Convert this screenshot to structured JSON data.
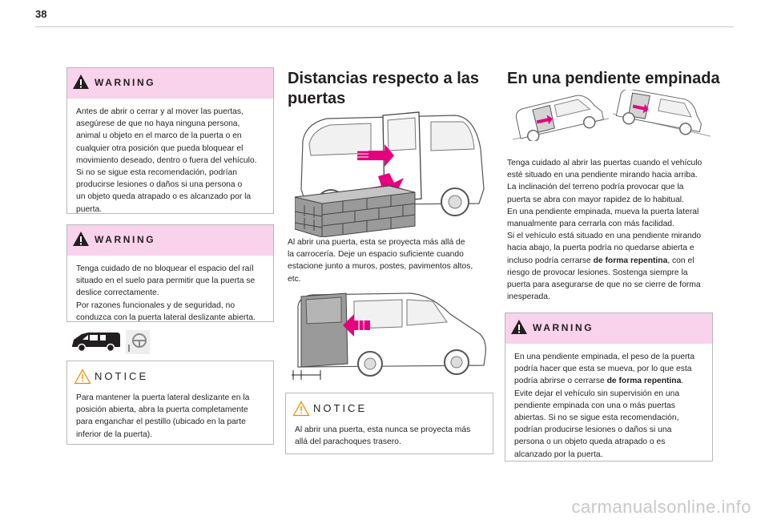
{
  "page": {
    "number": "38"
  },
  "left_column": {
    "warning1": {
      "title": "WARNING",
      "lines": [
        "Antes de abrir o cerrar y al mover las puertas,",
        "asegúrese de que no haya ninguna persona,",
        "animal u objeto en el marco de la puerta o en",
        "cualquier otra posición que pueda bloquear el",
        "movimiento deseado, dentro o fuera del vehículo.",
        "Si no se sigue esta recomendación, podrían",
        "producirse lesiones o daños si una persona o",
        "un objeto queda atrapado o es alcanzado por la",
        "puerta."
      ]
    },
    "warning2": {
      "title": "WARNING",
      "lines": [
        "Tenga cuidado de no bloquear el espacio del raíl",
        "situado en el suelo para permitir que la puerta se",
        "deslice correctamente.",
        "Por razones funcionales y de seguridad, no",
        "conduzca con la puerta lateral deslizante abierta."
      ]
    },
    "notice": {
      "title": "NOTICE",
      "lines": [
        "Para mantener la puerta lateral deslizante en la",
        "posición abierta, abra la puerta completamente",
        "para enganchar el pestillo (ubicado en la parte",
        "inferior de la puerta)."
      ]
    }
  },
  "middle_column": {
    "heading_lines": [
      "Distancias respecto a las",
      "puertas"
    ],
    "paragraph_lines": [
      "Al abrir una puerta, esta se proyecta más allá de",
      "la carrocería. Deje un espacio suficiente cuando",
      "estacione junto a muros, postes, pavimentos altos,",
      "etc."
    ],
    "notice": {
      "title": "NOTICE",
      "lines": [
        "Al abrir una puerta, esta nunca se proyecta más",
        "allá del parachoques trasero."
      ]
    }
  },
  "right_column": {
    "heading": "En una pendiente empinada",
    "paragraph": [
      {
        "segments": [
          {
            "t": "Tenga cuidado al abrir las puertas cuando el vehículo"
          }
        ]
      },
      {
        "segments": [
          {
            "t": "esté situado en una pendiente mirando hacia arriba."
          }
        ]
      },
      {
        "segments": [
          {
            "t": "La inclinación del terreno podría provocar que la"
          }
        ]
      },
      {
        "segments": [
          {
            "t": "puerta se abra con mayor rapidez de lo habitual."
          }
        ]
      },
      {
        "segments": [
          {
            "t": "En una pendiente empinada, mueva la puerta lateral"
          }
        ]
      },
      {
        "segments": [
          {
            "t": "manualmente para cerrarla con más facilidad."
          }
        ]
      },
      {
        "segments": [
          {
            "t": "Si el vehículo está situado en una pendiente mirando"
          }
        ]
      },
      {
        "segments": [
          {
            "t": "hacia abajo, la puerta podría no quedarse abierta e"
          }
        ]
      },
      {
        "segments": [
          {
            "t": "incluso podría cerrarse "
          },
          {
            "t": "de forma repentina",
            "b": true
          },
          {
            "t": ", con el"
          }
        ]
      },
      {
        "segments": [
          {
            "t": "riesgo de provocar lesiones. Sostenga siempre la"
          }
        ]
      },
      {
        "segments": [
          {
            "t": "puerta para asegurarse de que no se cierre de forma"
          }
        ]
      },
      {
        "segments": [
          {
            "t": "inesperada."
          }
        ]
      }
    ],
    "warning": {
      "title": "WARNING",
      "lines": [
        {
          "segments": [
            {
              "t": "En una pendiente empinada, el peso de la puerta"
            }
          ]
        },
        {
          "segments": [
            {
              "t": "podría hacer que esta se mueva, por lo que esta"
            }
          ]
        },
        {
          "segments": [
            {
              "t": "podría abrirse o cerrarse "
            },
            {
              "t": "de forma repentina",
              "b": true
            },
            {
              "t": "."
            }
          ]
        },
        {
          "segments": [
            {
              "t": "Evite dejar el vehículo sin supervisión en una"
            }
          ]
        },
        {
          "segments": [
            {
              "t": "pendiente empinada con una o más puertas"
            }
          ]
        },
        {
          "segments": [
            {
              "t": "abiertas. Si no se sigue esta recomendación,"
            }
          ]
        },
        {
          "segments": [
            {
              "t": "podrían producirse lesiones o daños si una"
            }
          ]
        },
        {
          "segments": [
            {
              "t": "persona o un objeto queda atrapado o es"
            }
          ]
        },
        {
          "segments": [
            {
              "t": "alcanzado por la puerta."
            }
          ]
        }
      ]
    }
  },
  "watermark": "carmanualsonline.info",
  "colors": {
    "warning_band": "#f9d2ec",
    "arrow_accent": "#e6007e",
    "notice_icon": "#e98a00"
  }
}
